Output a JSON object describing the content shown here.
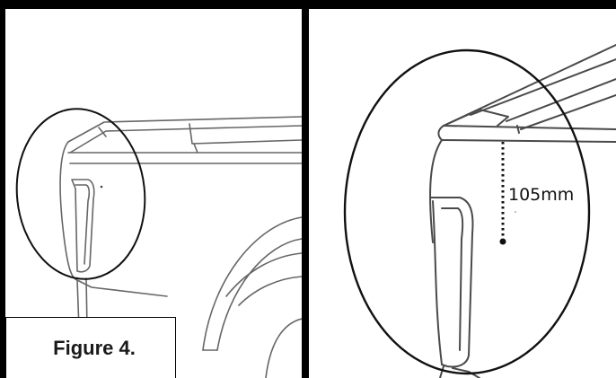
{
  "figure": {
    "caption": "Figure 4.",
    "measurement_label": "105mm",
    "colors": {
      "frame": "#000000",
      "line_art": "#555555",
      "highlight_ellipse": "#111111",
      "background": "#ffffff"
    },
    "icons": {
      "left_panel": "truck-bed-side-view",
      "right_panel": "bed-rail-corner-closeup",
      "marker": "dotted-measurement-line"
    }
  }
}
